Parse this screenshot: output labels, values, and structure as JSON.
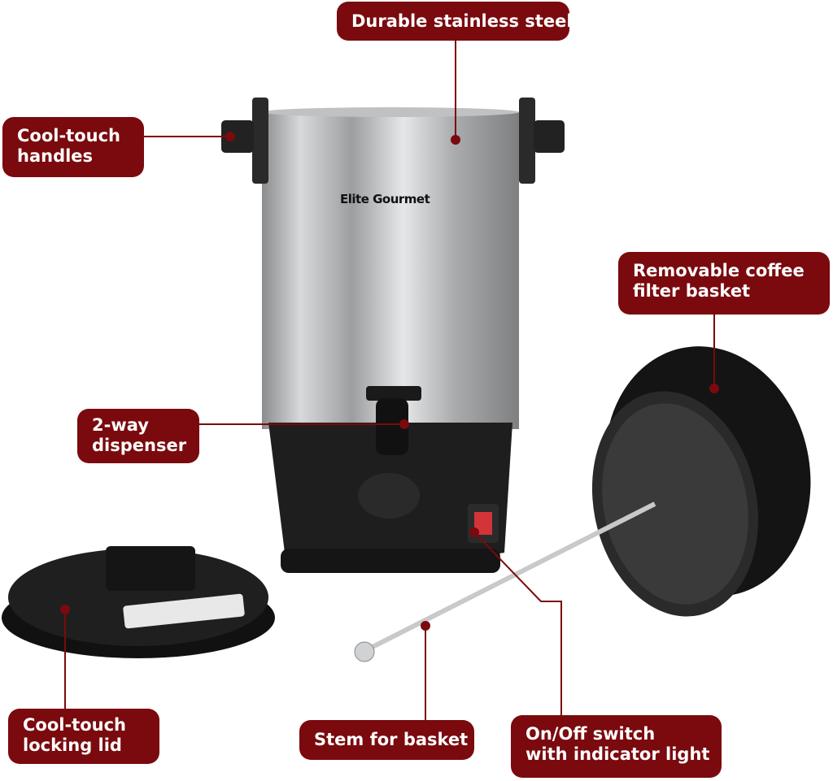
{
  "accent_color": "#7a0a0e",
  "logo": "Elite Gourmet",
  "callouts": {
    "steel": "Durable stainless steel",
    "handles_1": "Cool-touch",
    "handles_2": "handles",
    "basket_1": "Removable coffee",
    "basket_2": "filter basket",
    "dispenser_1": "2-way",
    "dispenser_2": "dispenser",
    "lid_1": "Cool-touch",
    "lid_2": "locking lid",
    "stem": "Stem for basket",
    "switch_1": "On/Off switch",
    "switch_2": "with indicator light"
  }
}
